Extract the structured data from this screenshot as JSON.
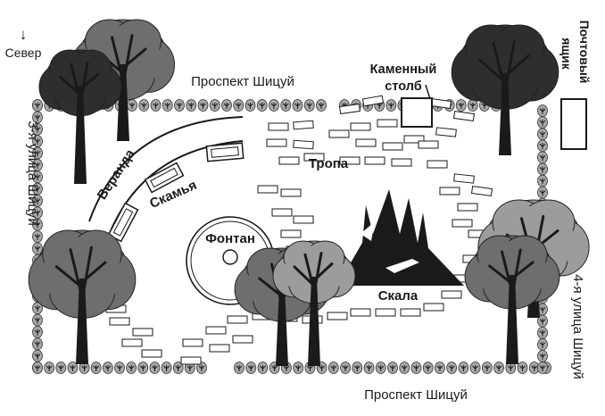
{
  "map": {
    "north_label": "Север",
    "north_arrow_glyph": "↓",
    "streets": {
      "top": "Проспект Шицуй",
      "bottom": "Проспект Шицуй",
      "left": "3-я улица Шицуй",
      "right": "4-я улица Шицуй"
    },
    "labels": {
      "stone_pillar_line1": "Каменный",
      "stone_pillar_line2": "столб",
      "mailbox_line1": "Почтовый",
      "mailbox_line2": "ящик",
      "veranda": "Веранда",
      "bench": "Скамья",
      "path": "Тропа",
      "fountain": "Фонтан",
      "rock": "Скала"
    },
    "colors": {
      "ink": "#1a1a1a",
      "tree_dark": "#2e2e2e",
      "tree_mid": "#6e6e6e",
      "tree_light": "#9c9c9c",
      "hedge": "#a8a8a8",
      "trunk": "#1a1a1a"
    }
  }
}
